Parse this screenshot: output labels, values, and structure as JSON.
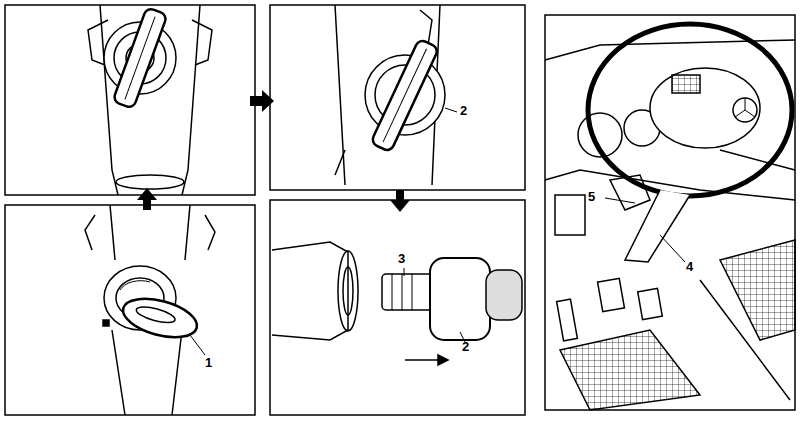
{
  "diagram": {
    "labels": [
      "2",
      "5",
      "4",
      "1",
      "3",
      "2"
    ]
  }
}
